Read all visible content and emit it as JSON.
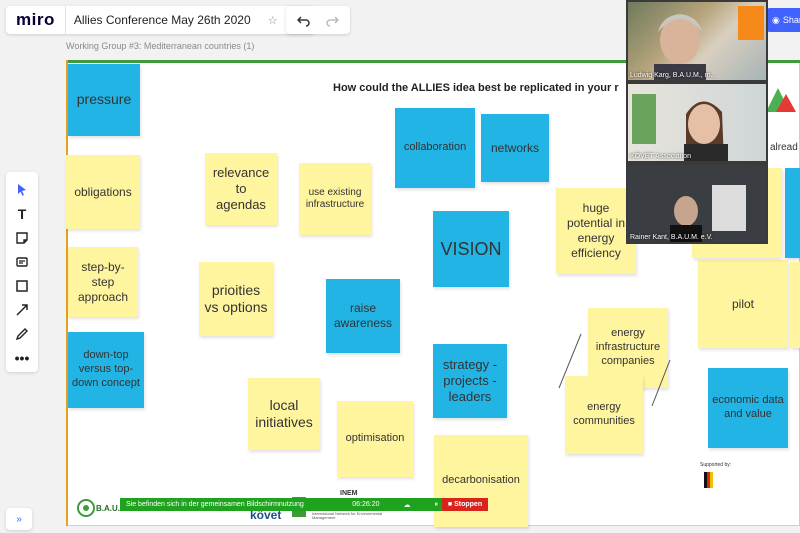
{
  "app": {
    "logo": "miro",
    "board_title": "Allies Conference May 26th 2020",
    "share_label": "Shar"
  },
  "frame": {
    "label": "Working Group #3: Mediterranean countries (1)",
    "question": "How could the ALLIES idea best be replicated in your r"
  },
  "notes": [
    {
      "text": "pressure",
      "color": "blue"
    },
    {
      "text": "obligations",
      "color": "yellow"
    },
    {
      "text": "step-by-step approach",
      "color": "yellow"
    },
    {
      "text": "down-top versus top-down concept",
      "color": "blue"
    },
    {
      "text": "relevance to agendas",
      "color": "yellow"
    },
    {
      "text": "use existing infrastructure",
      "color": "yellow"
    },
    {
      "text": "collaboration",
      "color": "blue"
    },
    {
      "text": "networks",
      "color": "blue"
    },
    {
      "text": "VISION",
      "color": "blue"
    },
    {
      "text": "huge potential in energy efficiency",
      "color": "yellow"
    },
    {
      "text": "prioities vs options",
      "color": "yellow"
    },
    {
      "text": "raise awareness",
      "color": "blue"
    },
    {
      "text": "strategy - projects - leaders",
      "color": "blue"
    },
    {
      "text": "energy infrastructure companies",
      "color": "yellow"
    },
    {
      "text": "energy communities",
      "color": "yellow"
    },
    {
      "text": "local initiatives",
      "color": "yellow"
    },
    {
      "text": "optimisation",
      "color": "yellow"
    },
    {
      "text": "decarbonisation",
      "color": "yellow"
    },
    {
      "text": "pilot",
      "color": "yellow"
    },
    {
      "text": "economic data and value",
      "color": "blue"
    }
  ],
  "side_text": {
    "already": "alread"
  },
  "participants": [
    {
      "name": "Ludwig Karg, B.A.U.M., m..."
    },
    {
      "name": "KÖVET Association"
    },
    {
      "name": "Rainer Kant, B.A.U.M. e.V."
    }
  ],
  "screenshare": {
    "message": "Sie befinden sich in der gemeinsamen Bildschirmnutzung",
    "time": "06:26:20",
    "stop_label": "Stoppen"
  },
  "logos": {
    "baum": "B.A.U.M",
    "kovet": "követ",
    "inem": "INEM",
    "inem_sub": "International Network for Environmental Management",
    "supported": "Supported by:"
  },
  "colors": {
    "yellow": "#fff59f",
    "blue": "#22b4e4",
    "accent": "#4262ff",
    "frame_green": "#3d9b3a",
    "stop_red": "#d9241b"
  }
}
